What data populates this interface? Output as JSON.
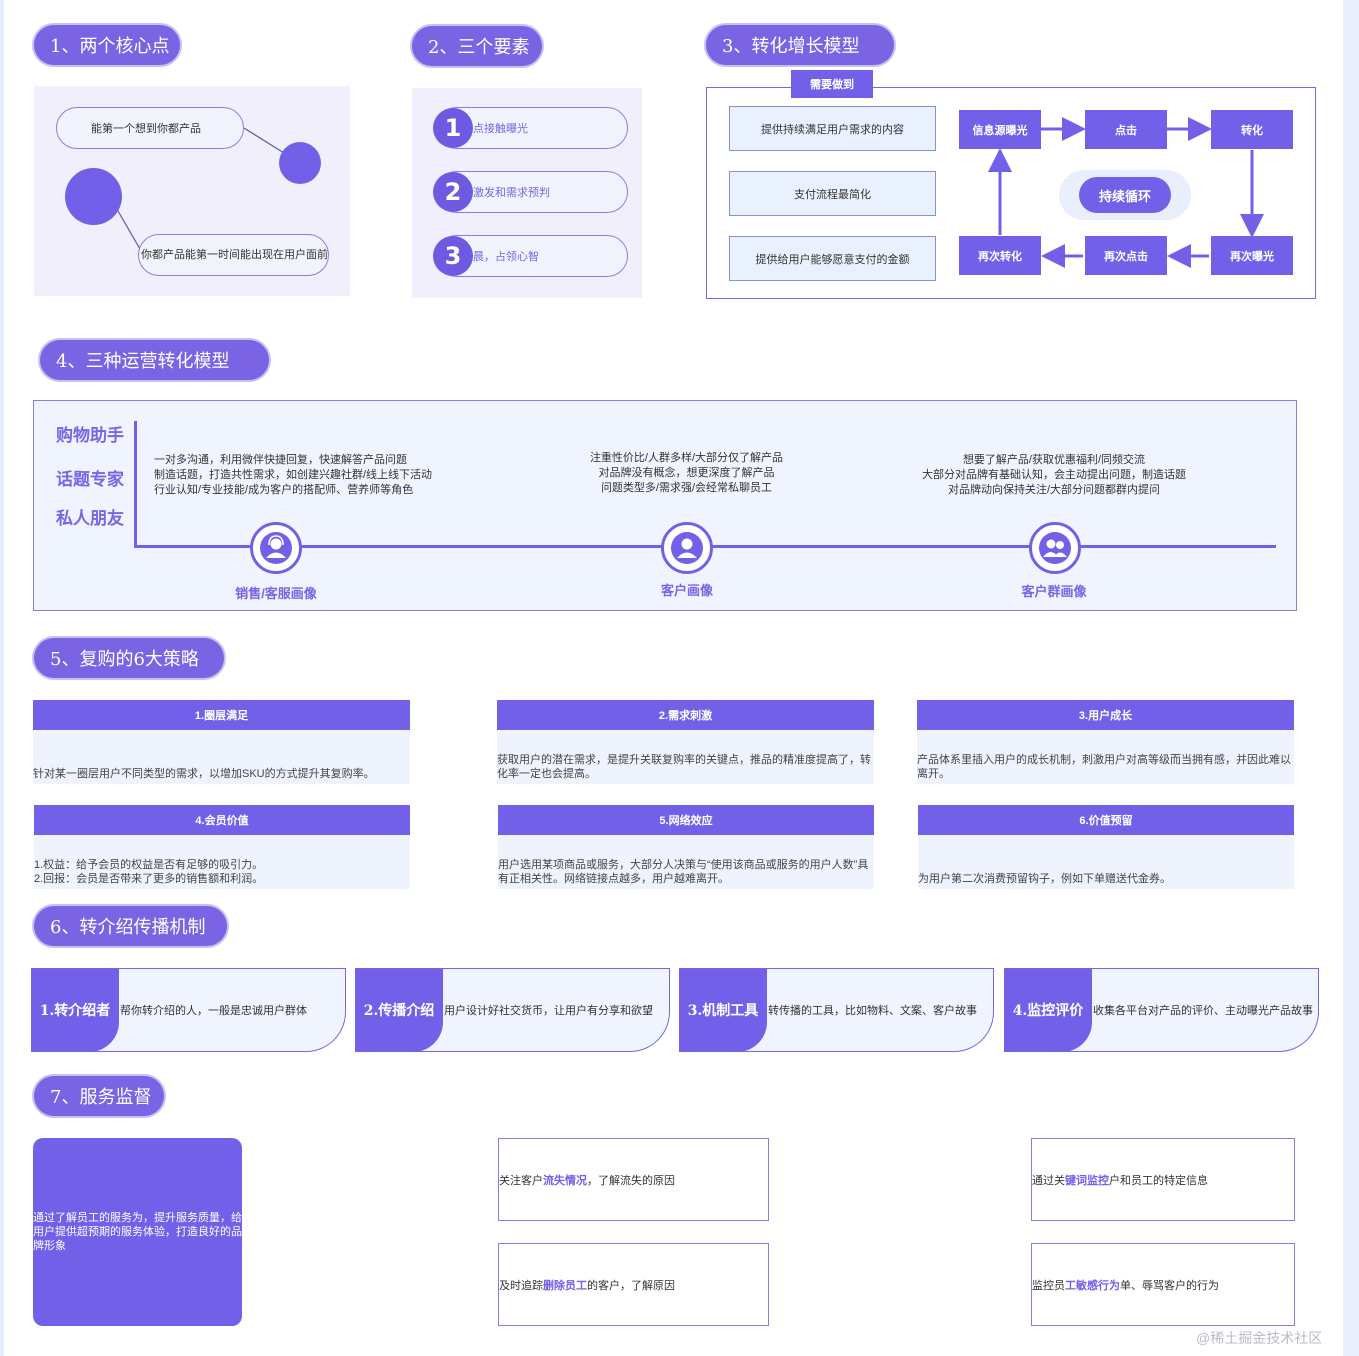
{
  "section1": {
    "title": "1、两个核心点",
    "oval_top": "能第一个想到你都产品",
    "oval_bottom": "你都产品能第一时间能出现在用户面前"
  },
  "section2": {
    "title": "2、三个要素",
    "items": [
      {
        "num": "1",
        "text": "点接触曝光"
      },
      {
        "num": "2",
        "text": "激发和需求预判"
      },
      {
        "num": "3",
        "text": "晨，占领心智"
      }
    ]
  },
  "section3": {
    "title": "3、转化增长模型",
    "tab": "需要做到",
    "needs": [
      "提供持续满足用户需求的内容",
      "支付流程最简化",
      "提供给用户能够愿意支付的金额"
    ],
    "flow_top": [
      "信息源曝光",
      "点击",
      "转化"
    ],
    "flow_bottom": [
      "再次转化",
      "再次点击",
      "再次曝光"
    ],
    "center": "持续循环"
  },
  "section4": {
    "title": "4、三种运营转化模型",
    "roles": [
      "购物助手",
      "话题专家",
      "私人朋友"
    ],
    "columns": [
      {
        "lines": [
          "一对多沟通，利用微伴快捷回复，快速解答产品问题",
          "制造话题，打造共性需求，如创建兴趣社群/线上线下活动",
          "行业认知/专业技能/成为客户的搭配师、营养师等角色"
        ],
        "label": "销售/客服画像"
      },
      {
        "lines": [
          "注重性价比/人群多样/大部分仅了解产品",
          "对品牌没有概念，想更深度了解产品",
          "问题类型多/需求强/会经常私聊员工"
        ],
        "label": "客户画像"
      },
      {
        "lines": [
          "想要了解产品/获取优惠福利/同频交流",
          "大部分对品牌有基础认知，会主动提出问题，制造话题",
          "对品牌动向保持关注/大部分问题都群内提问"
        ],
        "label": "客户群画像"
      }
    ]
  },
  "section5": {
    "title": "5、复购的6大策略",
    "items": [
      {
        "head": "1.圈层满足",
        "body": "针对某一圈层用户不同类型的需求，以增加SKU的方式提升其复购率。"
      },
      {
        "head": "2.需求刺激",
        "body": "获取用户的潜在需求，是提升关联复购率的关键点，推品的精准度提高了，转化率一定也会提高。"
      },
      {
        "head": "3.用户成长",
        "body": "产品体系里插入用户的成长机制，刺激用户对高等级而当拥有感，并因此难以离开。"
      },
      {
        "head": "4.会员价值",
        "body": "1.权益：给予会员的权益是否有足够的吸引力。\n2.回报：会员是否带来了更多的销售额和利润。"
      },
      {
        "head": "5.网络效应",
        "body": "用户选用某项商品或服务，大部分人决策与“使用该商品或服务的用户人数”具有正相关性。网络链接点越多，用户越难离开。"
      },
      {
        "head": "6.价值预留",
        "body": "为用户第二次消费预留钩子，例如下单赠送代金券。"
      }
    ]
  },
  "section6": {
    "title": "6、转介绍传播机制",
    "items": [
      {
        "tag": "1.转介绍者",
        "text": "帮你转介绍的人，一般是忠诚用户群体"
      },
      {
        "tag": "2.传播介绍",
        "text": "用户设计好社交货币，让用户有分享和欲望"
      },
      {
        "tag": "3.机制工具",
        "text": "转传播的工具，比如物料、文案、客户故事"
      },
      {
        "tag": "4.监控评价",
        "text": "收集各平台对产品的评价、主动曝光产品故事"
      }
    ]
  },
  "section7": {
    "title": "7、服务监督",
    "main": "通过了解员工的服务为，提升服务质量，给用户提供超预期的服务体验，打造良好的品牌形象",
    "boxes": [
      {
        "pre": "关注客户",
        "mark": "流失情况",
        "post": "，了解流失的原因"
      },
      {
        "pre": "通过关",
        "mark": "键词监控",
        "post": "户和员工的特定信息"
      },
      {
        "pre": "及时追踪",
        "mark": "删除员工",
        "post": "的客户，了解原因"
      },
      {
        "pre": "监控员",
        "mark": "工敏感行为",
        "post": "单、辱骂客户的行为"
      }
    ]
  },
  "watermark": "@稀土掘金技术社区"
}
